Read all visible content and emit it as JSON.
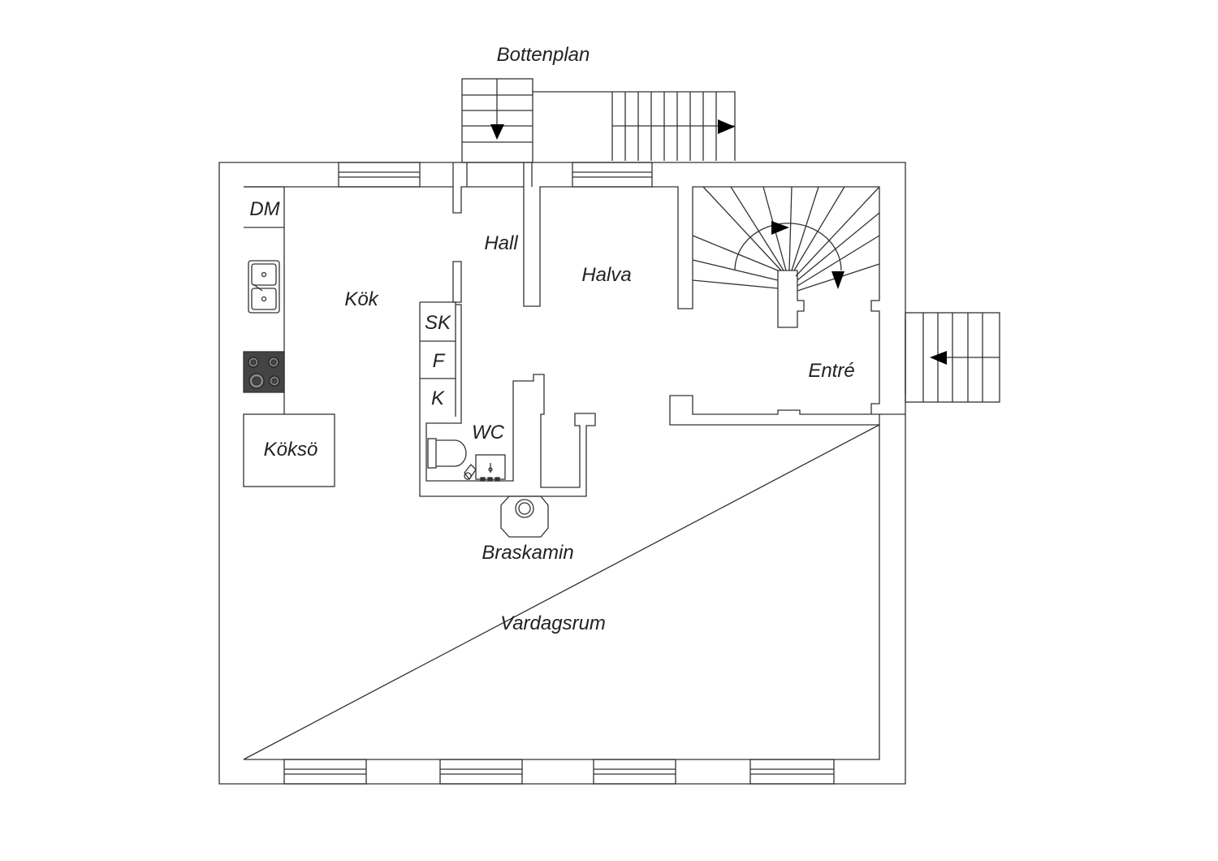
{
  "title": "Bottenplan",
  "rooms": {
    "dm": "DM",
    "kok": "Kök",
    "hall": "Hall",
    "halva": "Halva",
    "sk": "SK",
    "f": "F",
    "k": "K",
    "wc": "WC",
    "kokso": "Köksö",
    "entre": "Entré",
    "braskamin": "Braskamin",
    "vardagsrum": "Vardagsrum"
  },
  "colors": {
    "line": "#333333",
    "fill": "#ffffff",
    "arrow": "#000000",
    "stove": "#444444"
  }
}
